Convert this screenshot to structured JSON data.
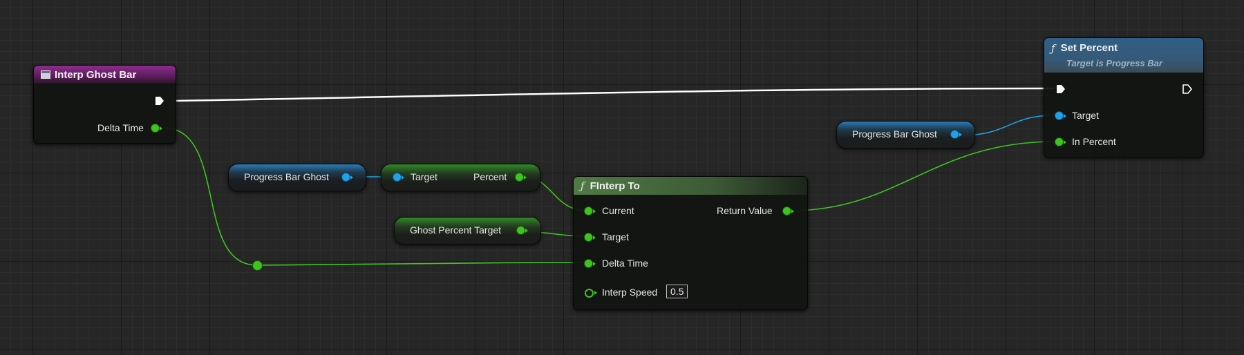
{
  "nodes": {
    "interp_ghost_bar": {
      "title": "Interp Ghost Bar",
      "delta_time_label": "Delta Time"
    },
    "pb_ghost_getter_1": {
      "label": "Progress Bar Ghost"
    },
    "get_percent": {
      "target_label": "Target",
      "percent_label": "Percent"
    },
    "ghost_percent_target": {
      "label": "Ghost Percent Target"
    },
    "finterp_to": {
      "glyph": "ƒ",
      "title": "FInterp To",
      "current_label": "Current",
      "target_label": "Target",
      "delta_time_label": "Delta Time",
      "interp_speed_label": "Interp Speed",
      "interp_speed_value": "0.5",
      "return_value_label": "Return Value"
    },
    "pb_ghost_getter_2": {
      "label": "Progress Bar Ghost"
    },
    "set_percent": {
      "glyph": "ƒ",
      "title": "Set Percent",
      "subtitle": "Target is Progress Bar",
      "target_label": "Target",
      "in_percent_label": "In Percent"
    }
  },
  "colors": {
    "exec_wire": "#ffffff",
    "float_wire": "#3ec41f",
    "object_wire": "#1fa3e8",
    "event_header": "#8e2d8e",
    "pure_func_header": "#4f7a45",
    "func_header": "#2f5f86"
  },
  "icons": [
    "event-icon",
    "function-icon",
    "exec-pin-icon",
    "data-pin-icon"
  ]
}
